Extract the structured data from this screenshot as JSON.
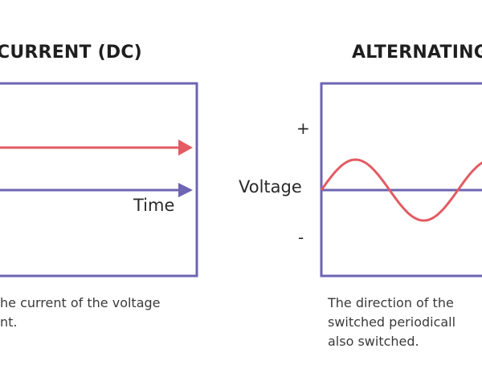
{
  "dc": {
    "title": "CURRENT (DC)",
    "x_axis_label": "Time",
    "description_line1": "he current of the voltage",
    "description_line2": "nt."
  },
  "ac": {
    "title": "ALTERNATING",
    "y_axis_label": "Voltage",
    "plus_label": "+",
    "minus_label": "-",
    "description_line1": "The direction of the",
    "description_line2": "switched periodicall",
    "description_line3": "also switched."
  },
  "colors": {
    "frame": "#6d64b3",
    "signal": "#e35b63",
    "axis": "#6d64b3"
  },
  "icons": {
    "dc_signal_arrow": "arrowhead-right",
    "dc_axis_arrow": "arrowhead-right"
  }
}
